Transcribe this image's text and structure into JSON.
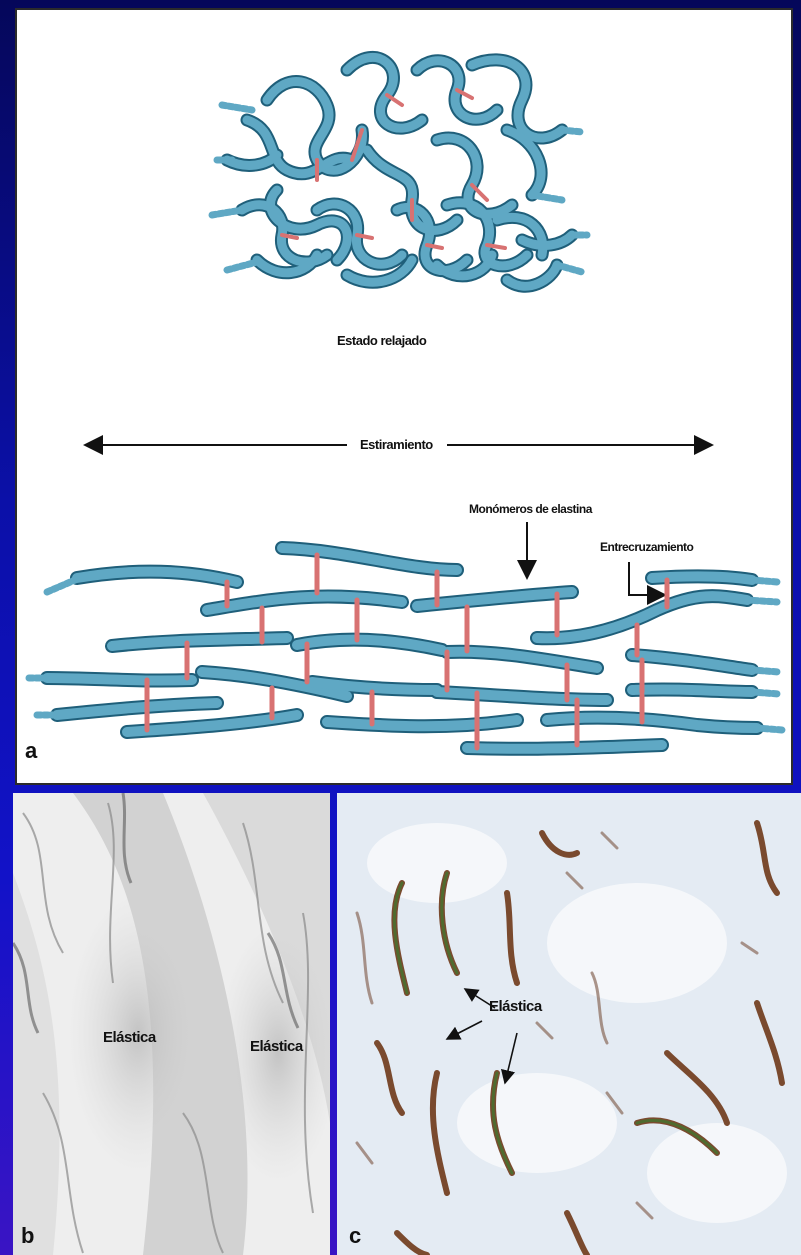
{
  "panel_a": {
    "letter": "a",
    "relaxed_label": "Estado relajado",
    "stretch_label": "Estiramiento",
    "monomers_label": "Monómeros de elastina",
    "crosslink_label": "Entrecruzamiento"
  },
  "panel_b": {
    "letter": "b",
    "labels": [
      "Elástica",
      "Elástica"
    ]
  },
  "panel_c": {
    "letter": "c",
    "label": "Elástica"
  },
  "colors": {
    "fiber": "#5fa8c4",
    "fiber_outline": "#1f5f7a",
    "crosslink": "#d87272",
    "stain_brown": "#7a4a2e",
    "stain_green": "#4f6b2f"
  }
}
